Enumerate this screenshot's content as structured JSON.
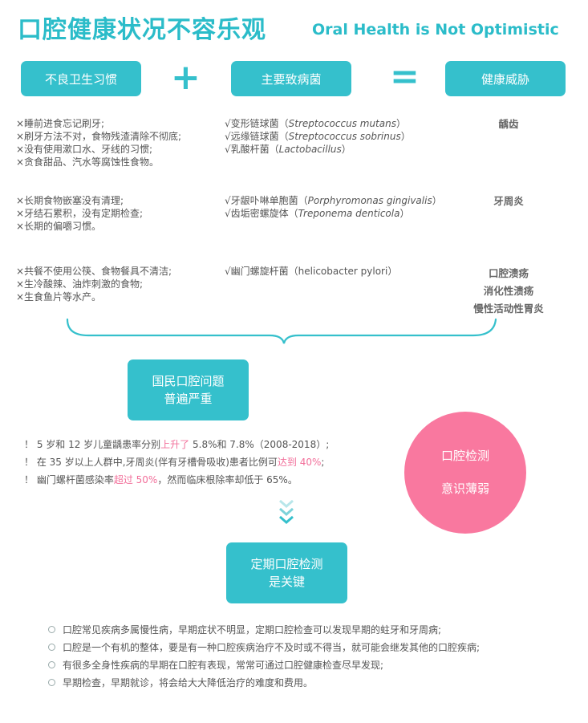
{
  "header": {
    "title_cn": "口腔健康状况不容乐观",
    "title_en": "Oral Health is Not Optimistic"
  },
  "equation": {
    "box1": "不良卫生习惯",
    "plus": "+",
    "box2": "主要致病菌",
    "equals": "=",
    "box3": "健康威胁"
  },
  "rows": [
    {
      "habits": [
        "×睡前进食忘记刷牙;",
        "×刷牙方法不对，食物残渣清除不彻底;",
        "×没有使用漱口水、牙线的习惯;",
        "×贪食甜品、汽水等腐蚀性食物。"
      ],
      "bacteria": [
        {
          "cn": "√变形链球菌（",
          "en": "Streptococcus mutans",
          "end": "）"
        },
        {
          "cn": "√远缘链球菌（",
          "en": "Streptococcus sobrinus",
          "end": "）"
        },
        {
          "cn": "√乳酸杆菌（",
          "en": "Lactobacillus",
          "end": "）"
        }
      ],
      "diseases": [
        "龋齿"
      ]
    },
    {
      "habits": [
        "×长期食物嵌塞没有清理;",
        "×牙结石累积，没有定期检查;",
        "×长期的偏嚼习惯。"
      ],
      "bacteria": [
        {
          "cn": "√牙龈卟啉单胞菌（",
          "en": "Porphyromonas gingivalis",
          "end": "）"
        },
        {
          "cn": "√齿垢密螺旋体（",
          "en": "Treponema denticola",
          "end": "）"
        }
      ],
      "diseases": [
        "牙周炎"
      ]
    },
    {
      "habits": [
        "×共餐不使用公筷、食物餐具不清洁;",
        "×生冷酸辣、油炸刺激的食物;",
        "×生食鱼片等水产。"
      ],
      "bacteria": [
        {
          "cn": "√幽门螺旋杆菌（",
          "en": "helicobacter pylori",
          "end": "）"
        }
      ],
      "diseases": [
        "口腔溃疡",
        "消化性溃疡",
        "慢性活动性胃炎"
      ]
    }
  ],
  "problem_box": {
    "line1": "国民口腔问题",
    "line2": "普遍严重"
  },
  "stats": [
    {
      "pre": "！ 5 岁和 12 岁儿童龋患率分别",
      "hl": "上升了",
      "post": " 5.8%和 7.8%（2008-2018）;"
    },
    {
      "pre": "！ 在 35 岁以上人群中,牙周炎(伴有牙槽骨吸收)患者比例可",
      "hl": "达到 40%",
      "post": ";"
    },
    {
      "pre": "！ 幽门螺杆菌感染率",
      "hl": "超过 50%",
      "post": "，然而临床根除率却低于 65%。"
    }
  ],
  "awareness_circle": {
    "line1": "口腔检测",
    "line2": "意识薄弱"
  },
  "key_box": {
    "line1": "定期口腔检测",
    "line2": "是关键"
  },
  "bullets": [
    "口腔常见疾病多属慢性病，早期症状不明显，定期口腔检查可以发现早期的蛀牙和牙周病;",
    "口腔是一个有机的整体，要是有一种口腔疾病治疗不及时或不得当，就可能会继发其他的口腔疾病;",
    "有很多全身性疾病的早期在口腔有表现，常常可通过口腔健康检查尽早发现;",
    "早期检查，早期就诊，将会给大大降低治疗的难度和费用。"
  ],
  "colors": {
    "teal": "#35c0cc",
    "pink": "#f9789f",
    "highlight": "#f26f9a"
  }
}
